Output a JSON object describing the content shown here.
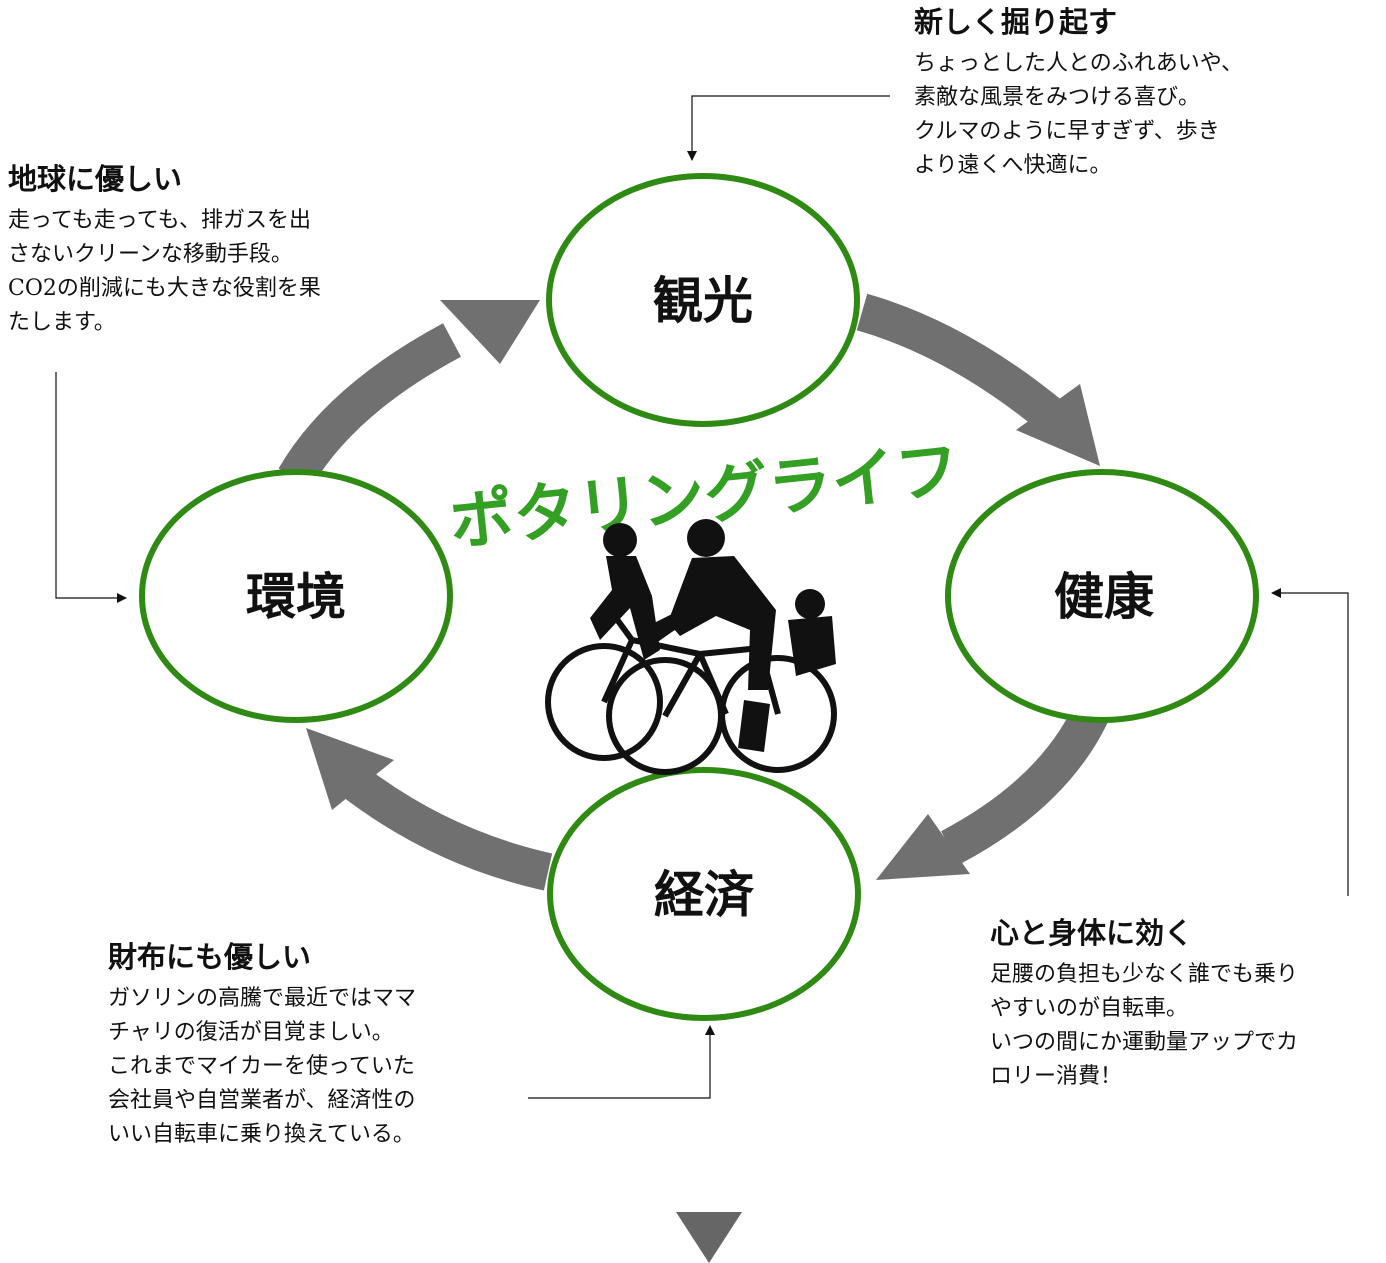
{
  "center": {
    "title": "ポタリングライフ"
  },
  "nodes": {
    "tourism": "観光",
    "health": "健康",
    "economy": "経済",
    "environment": "環境"
  },
  "annotations": {
    "tourism": {
      "heading": "新しく掘り起す",
      "lines": [
        "ちょっとした人とのふれあいや、",
        "素敵な風景をみつける喜び。",
        "クルマのように早すぎず、歩き",
        "より遠くへ快適に。"
      ]
    },
    "environment": {
      "heading": "地球に優しい",
      "lines": [
        "走っても走っても、排ガスを出",
        "さないクリーンな移動手段。",
        "CO2の削減にも大きな役割を果",
        "たします。"
      ]
    },
    "health": {
      "heading": "心と身体に効く",
      "lines": [
        "足腰の負担も少なく誰でも乗り",
        "やすいのが自転車。",
        "いつの間にか運動量アップでカ",
        "ロリー消費！"
      ]
    },
    "economy": {
      "heading": "財布にも優しい",
      "lines": [
        "ガソリンの高騰で最近ではママ",
        "チャリの復活が目覚ましい。",
        "これまでマイカーを使っていた",
        "会社員や自営業者が、経済性の",
        "いい自転車に乗り換えている。"
      ]
    }
  },
  "colors": {
    "ellipse_stroke": "#2f8a14",
    "cycle_arrow": "#707070",
    "title_green": "#33a024"
  },
  "icons": {
    "center_image": "tandem-bicycle-family-silhouette",
    "bottom_marker": "down-triangle-icon"
  }
}
